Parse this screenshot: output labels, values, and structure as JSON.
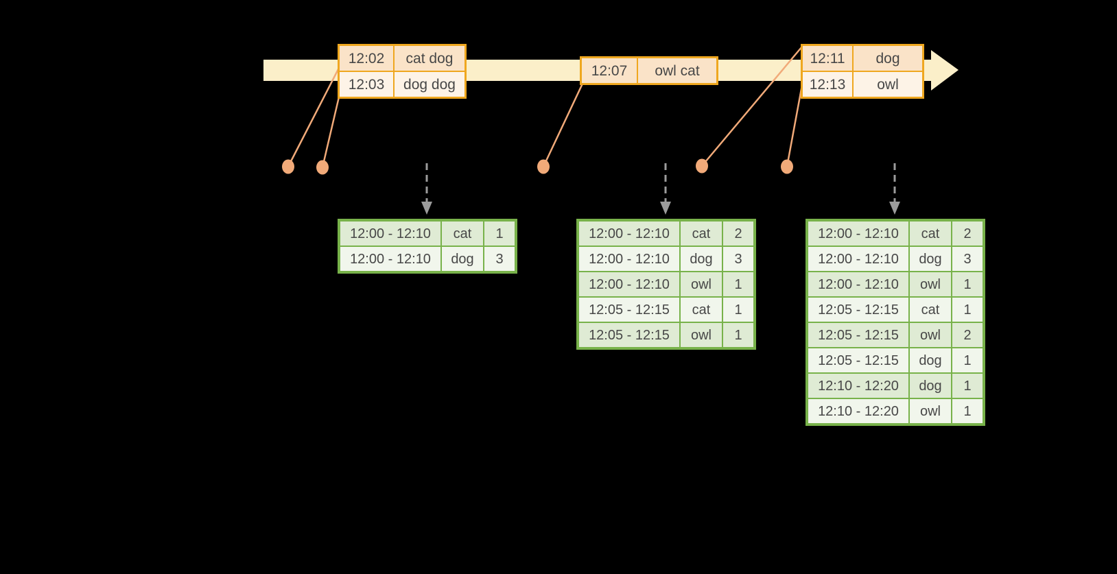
{
  "colors": {
    "background": "#000000",
    "timeline_band": "#FBEFC9",
    "event_border": "#EFA71F",
    "event_row_dark": "#FAE3C8",
    "event_row_light": "#FDF3E7",
    "marker_orange": "#F1AA79",
    "window_border": "#78B24A",
    "window_row_dark": "#DFEBD4",
    "window_row_light": "#F1F6EC",
    "trigger_gray": "#9C9C9C",
    "cell_text": "#474747"
  },
  "event_tables": [
    {
      "rows": [
        {
          "time": "12:02",
          "words": "cat dog"
        },
        {
          "time": "12:03",
          "words": "dog dog"
        }
      ]
    },
    {
      "rows": [
        {
          "time": "12:07",
          "words": "owl cat"
        }
      ]
    },
    {
      "rows": [
        {
          "time": "12:11",
          "words": "dog"
        },
        {
          "time": "12:13",
          "words": "owl"
        }
      ]
    }
  ],
  "window_tables": [
    {
      "rows": [
        {
          "window": "12:00 - 12:10",
          "word": "cat",
          "count": "1"
        },
        {
          "window": "12:00 - 12:10",
          "word": "dog",
          "count": "3"
        }
      ]
    },
    {
      "rows": [
        {
          "window": "12:00 - 12:10",
          "word": "cat",
          "count": "2"
        },
        {
          "window": "12:00 - 12:10",
          "word": "dog",
          "count": "3"
        },
        {
          "window": "12:00 - 12:10",
          "word": "owl",
          "count": "1"
        },
        {
          "window": "12:05 - 12:15",
          "word": "cat",
          "count": "1"
        },
        {
          "window": "12:05 - 12:15",
          "word": "owl",
          "count": "1"
        }
      ]
    },
    {
      "rows": [
        {
          "window": "12:00 - 12:10",
          "word": "cat",
          "count": "2"
        },
        {
          "window": "12:00 - 12:10",
          "word": "dog",
          "count": "3"
        },
        {
          "window": "12:00 - 12:10",
          "word": "owl",
          "count": "1"
        },
        {
          "window": "12:05 - 12:15",
          "word": "cat",
          "count": "1"
        },
        {
          "window": "12:05 - 12:15",
          "word": "owl",
          "count": "2"
        },
        {
          "window": "12:05 - 12:15",
          "word": "dog",
          "count": "1"
        },
        {
          "window": "12:10 - 12:20",
          "word": "dog",
          "count": "1"
        },
        {
          "window": "12:10 - 12:20",
          "word": "owl",
          "count": "1"
        }
      ]
    }
  ]
}
